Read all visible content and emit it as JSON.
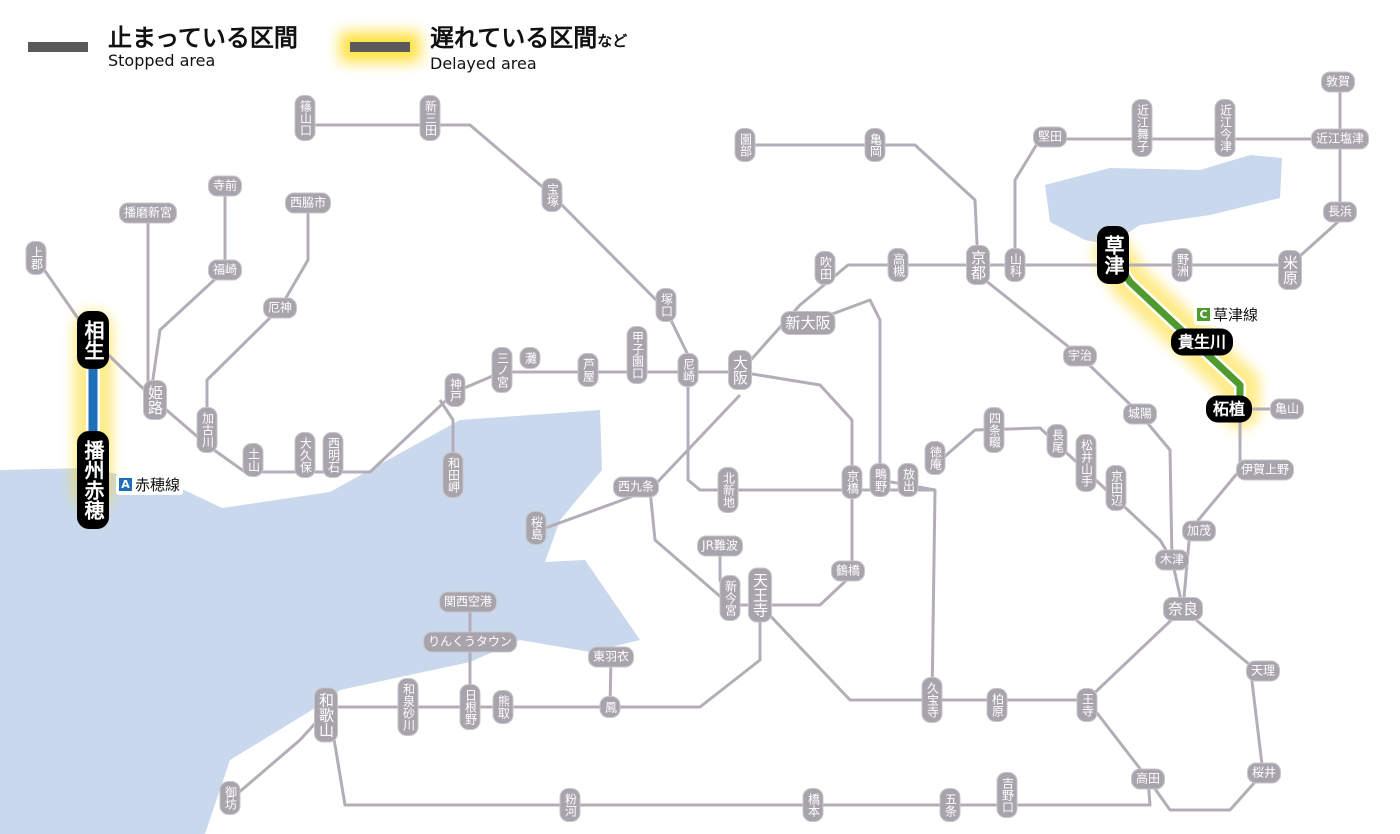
{
  "legend": {
    "stopped": {
      "ja": "止まっている区間",
      "en": "Stopped area"
    },
    "delayed": {
      "ja": "遅れている区間",
      "ja_small": "など",
      "en": "Delayed area"
    }
  },
  "lines": {
    "ako": {
      "badge": "A",
      "name": "赤穂線",
      "color": "#1e6fb8"
    },
    "kusatsu": {
      "badge": "C",
      "name": "草津線",
      "color": "#4e9a2e"
    }
  },
  "colors": {
    "track": "#b3adb8",
    "water": "#c9d8ec",
    "glow": "#ffd400",
    "stopped": "#5a5a5a"
  },
  "stations": [
    "篠山口",
    "新三田",
    "宝塚",
    "園部",
    "亀岡",
    "堅田",
    "近江舞子",
    "近江今津",
    "敦賀",
    "近江塩津",
    "長浜",
    "米原",
    "野洲",
    "草津",
    "山科",
    "京都",
    "高槻",
    "吹田",
    "新大阪",
    "塚口",
    "尼崎",
    "大阪",
    "甲子園口",
    "芦屋",
    "灘",
    "三ノ宮",
    "神戸",
    "和田岬",
    "西明石",
    "大久保",
    "土山",
    "加古川",
    "厄神",
    "西脇市",
    "寺前",
    "福崎",
    "播磨新宮",
    "上郡",
    "相生",
    "播州赤穂",
    "姫路",
    "西九条",
    "桜島",
    "北新地",
    "京橋",
    "鴫野",
    "放出",
    "徳庵",
    "四条畷",
    "長尾",
    "松井山手",
    "京田辺",
    "城陽",
    "宇治",
    "貴生川",
    "柘植",
    "亀山",
    "伊賀上野",
    "加茂",
    "木津",
    "奈良",
    "JR難波",
    "新今宮",
    "天王寺",
    "鶴橋",
    "関西空港",
    "りんくうタウン",
    "東羽衣",
    "鳳",
    "熊取",
    "日根野",
    "和泉砂川",
    "和歌山",
    "御坊",
    "粉河",
    "橋本",
    "五条",
    "吉野口",
    "久宝寺",
    "柏原",
    "王寺",
    "高田",
    "天理",
    "桜井"
  ]
}
